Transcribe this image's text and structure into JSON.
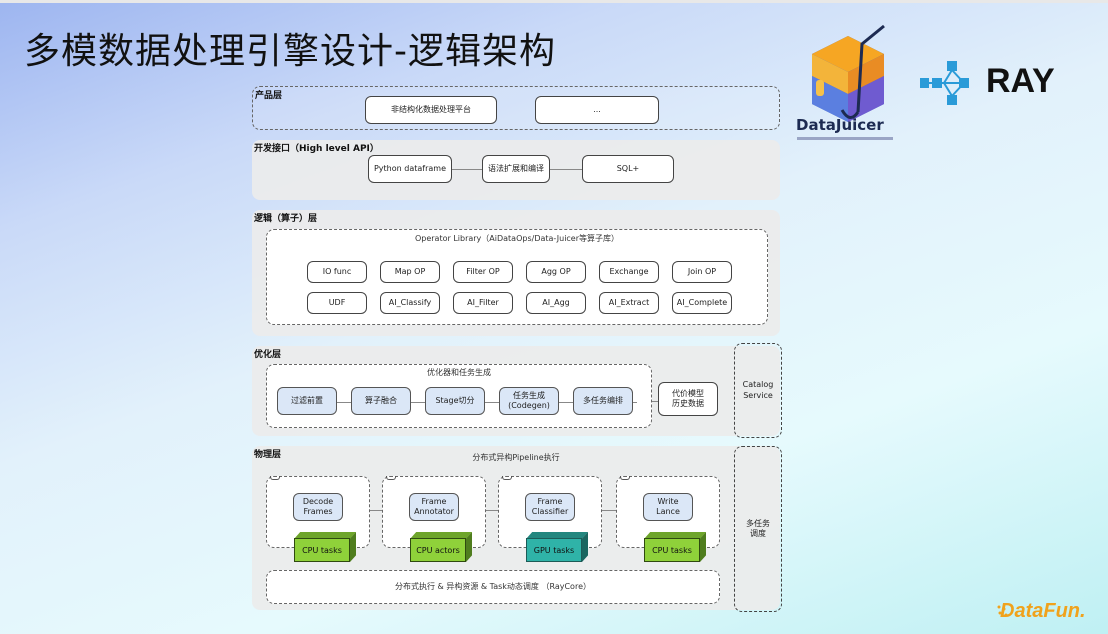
{
  "slide": {
    "title": "多模数据处理引擎设计-逻辑架构"
  },
  "logos": {
    "datajuicer": "DataJuicer",
    "ray": "RAY",
    "datafun": "DataFun."
  },
  "colors": {
    "cpu_cube": "#8fd13a",
    "gpu_cube": "#2fb3a8",
    "stage_box": "#dbe7f7",
    "ray_blue": "#2a9bd8",
    "datafun_orange": "#f0a21c"
  },
  "layers": {
    "product": {
      "label": "产品层",
      "boxes": [
        "非结构化数据处理平台",
        "..."
      ]
    },
    "api": {
      "label": "开发接口（High level API）",
      "boxes": [
        "Python dataframe",
        "语法扩展和编译",
        "SQL+"
      ]
    },
    "logic": {
      "label": "逻辑（算子）层",
      "library_caption": "Operator Library（AiDataOps/Data-Juicer等算子库）",
      "ops_row1": [
        "IO func",
        "Map OP",
        "Filter OP",
        "Agg OP",
        "Exchange",
        "Join OP"
      ],
      "ops_row2": [
        "UDF",
        "AI_Classify",
        "AI_Filter",
        "AI_Agg",
        "AI_Extract",
        "AI_Complete"
      ]
    },
    "optimizer": {
      "label": "优化层",
      "caption": "优化器和任务生成",
      "steps": [
        "过滤前置",
        "算子融合",
        "Stage切分",
        "任务生成\n(Codegen)",
        "多任务编排"
      ],
      "side_box": "代价模型\n历史数据"
    },
    "execution": {
      "label": "物理层",
      "caption": "分布式异构Pipeline执行",
      "stages": [
        {
          "name": "Decode\nFrames",
          "resource": "CPU tasks",
          "kind": "cpu"
        },
        {
          "name": "Frame\nAnnotator",
          "resource": "CPU actors",
          "kind": "cpu"
        },
        {
          "name": "Frame\nClassifier",
          "resource": "GPU tasks",
          "kind": "gpu"
        },
        {
          "name": "Write\nLance",
          "resource": "CPU tasks",
          "kind": "cpu"
        }
      ],
      "runtime": "分布式执行 & 异构资源 & Task动态调度 （RayCore）"
    }
  },
  "side_panels": {
    "catalog": "Catalog\nService",
    "scheduler": "多任务\n调度"
  }
}
